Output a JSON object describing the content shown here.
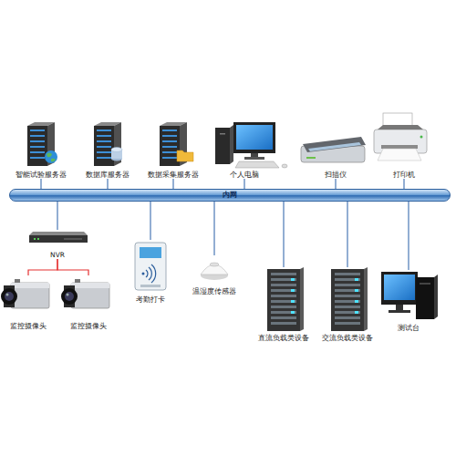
{
  "diagram": {
    "nodes": [
      {
        "text": [
          "智能试验服务器"
        ]
      },
      {
        "text": [
          "数据库服务器"
        ]
      },
      {
        "text": [
          "数据采集服务器"
        ]
      },
      {
        "text": [
          "个人电脑"
        ]
      },
      {
        "text": [
          "扫描仪"
        ]
      },
      {
        "text": [
          "打印机"
        ]
      },
      {
        "text": [
          "内网"
        ]
      },
      {
        "text": [
          "NVR"
        ]
      },
      {
        "text": [
          "监控摄像头"
        ]
      },
      {
        "text": [
          "监控摄像头"
        ]
      },
      {
        "text": [
          "考勤打卡"
        ]
      },
      {
        "text": [
          "温湿度传感器"
        ]
      },
      {
        "text": [
          "直流负载类设备"
        ]
      },
      {
        "text": [
          "交流负载类设备"
        ]
      },
      {
        "text": [
          "测试台"
        ]
      }
    ],
    "edges": [
      {
        "from": 0,
        "to": 6,
        "arrow": "none"
      },
      {
        "from": 1,
        "to": 6,
        "arrow": "none"
      },
      {
        "from": 2,
        "to": 6,
        "arrow": "none"
      },
      {
        "from": 3,
        "to": 6,
        "arrow": "none"
      },
      {
        "from": 4,
        "to": 6,
        "arrow": "none"
      },
      {
        "from": 5,
        "to": 6,
        "arrow": "none"
      },
      {
        "from": 6,
        "to": 7,
        "arrow": "none"
      },
      {
        "from": 6,
        "to": 10,
        "arrow": "none"
      },
      {
        "from": 6,
        "to": 11,
        "arrow": "none"
      },
      {
        "from": 6,
        "to": 12,
        "arrow": "none"
      },
      {
        "from": 6,
        "to": 13,
        "arrow": "none"
      },
      {
        "from": 6,
        "to": 14,
        "arrow": "none"
      },
      {
        "from": 7,
        "to": 8,
        "arrow": "none"
      },
      {
        "from": 7,
        "to": 9,
        "arrow": "none"
      }
    ]
  }
}
